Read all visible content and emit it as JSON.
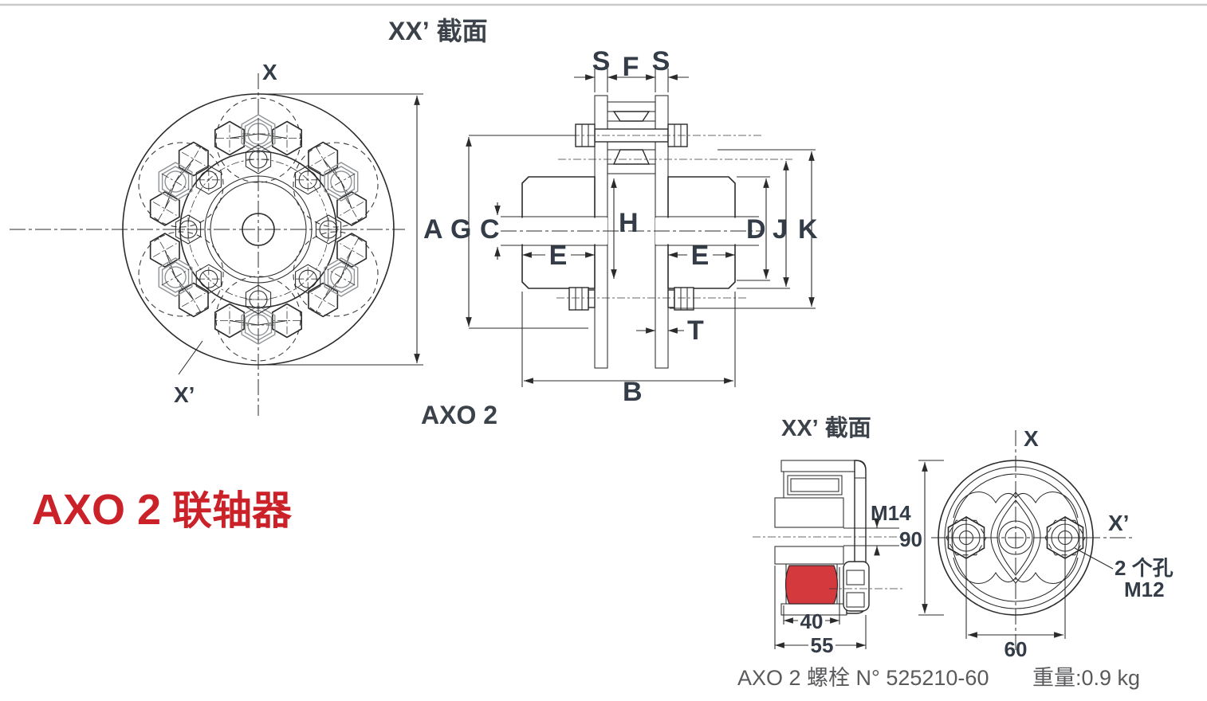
{
  "colors": {
    "line": "#2b2b2b",
    "label": "#333c47",
    "title": "#3b4249",
    "accent_red": "#cb2229",
    "elastomer_red": "#d4393d",
    "caption_gray": "#595a5c",
    "top_rule": "#c9cacc"
  },
  "section_a": {
    "title_bold": "XX’",
    "title_cjk": "截面"
  },
  "front_view": {
    "axis_x": "X",
    "axis_x_prime": "X’",
    "dim_a": "A"
  },
  "cross_section": {
    "dim_s_left": "S",
    "dim_f": "F",
    "dim_s_right": "S",
    "dim_g": "G",
    "dim_c": "C",
    "dim_h": "H",
    "dim_e_left": "E",
    "dim_e_right": "E",
    "dim_d": "D",
    "dim_j": "J",
    "dim_k": "K",
    "dim_t": "T",
    "dim_b": "B",
    "caption": "AXO 2"
  },
  "product": {
    "model": "AXO 2",
    "name": " 联轴器"
  },
  "detail": {
    "title_bold": "XX’",
    "title_cjk": "截面",
    "section": {
      "thread": "M14",
      "width_inner": "40",
      "width_outer": "55"
    },
    "front": {
      "axis_x": "X",
      "axis_x_prime": "X’",
      "diameter": "90",
      "bolt_spacing": "60",
      "holes_label": "2 个孔",
      "holes_thread": "M12"
    }
  },
  "footer": {
    "reference": "AXO 2 螺栓 N° 525210-60",
    "weight": "重量:0.9 kg"
  }
}
